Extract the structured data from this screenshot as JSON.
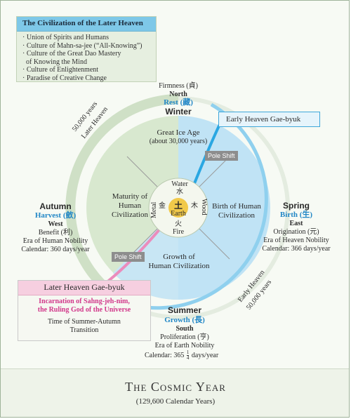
{
  "later_heaven_box": {
    "title": "The Civilization of the Later Heaven",
    "items": [
      "Union of Spirits and Humans",
      "Culture of Mahn-sa-jee (“All-Knowing”)",
      "Culture of the Great Dao Mastery",
      "of Knowing the Mind",
      "Culture of Enlightenment",
      "Paradise of Creative Change"
    ]
  },
  "winter": {
    "virtue": "Firmness (貞)",
    "direction": "North",
    "state": "Rest (藏)",
    "season": "Winter"
  },
  "spring": {
    "season": "Spring",
    "state": "Birth (生)",
    "direction": "East",
    "virtue": "Origination (元)",
    "era": "Era of Heaven Nobility",
    "calendar": "Calendar: 366 days/year"
  },
  "autumn": {
    "season": "Autumn",
    "state": "Harvest (斂)",
    "direction": "West",
    "virtue": "Benefit (利)",
    "era": "Era of Human Nobility",
    "calendar": "Calendar: 360 days/year"
  },
  "summer": {
    "season": "Summer",
    "state": "Growth (長)",
    "direction": "South",
    "virtue": "Proliferation (亨)",
    "era": "Era of Earth Nobility",
    "calendar": "Calendar: 365",
    "fraction_num": "1",
    "fraction_den": "4",
    "calendar_tail": "days/year"
  },
  "early_heaven_label": "Early Heaven Gae-byuk",
  "pole_shift": "Pole Shift",
  "arc_labels": {
    "later_years": "50,000 years",
    "later_name": "Later Heaven",
    "early_name": "Early Heaven",
    "early_years": "50,000 years"
  },
  "quadrants": {
    "top_line1": "Great Ice Age",
    "top_line2": "(about 30,000 years)",
    "left_line1": "Maturity of",
    "left_line2": "Human",
    "left_line3": "Civilization",
    "right_line1": "Birth of Human",
    "right_line2": "Civilization",
    "bottom_line1": "Growth of",
    "bottom_line2": "Human Civilization"
  },
  "center": {
    "earth_char": "土",
    "earth": "Earth",
    "water": "Water",
    "water_char": "水",
    "metal": "Metal",
    "metal_char": "金",
    "wood": "Wood",
    "wood_char": "木",
    "fire_char": "火",
    "fire": "Fire"
  },
  "later_gae_byuk": {
    "title": "Later Heaven Gae-byuk",
    "line1": "Incarnation of Sahng-jeh-nim,",
    "line2": "the Ruling God of the Universe",
    "line3": "Time of Summer-Autumn",
    "line4": "Transition"
  },
  "footer": {
    "title": "The Cosmic Year",
    "subtitle": "(129,600 Calendar Years)"
  },
  "colors": {
    "frame_bg": "#f7faf4",
    "green_zone": "#d8e8cf",
    "blue_zone": "#c0e3f5",
    "blue_accent": "#2287c6",
    "pink_accent": "#e77fb3",
    "title_blue": "#7ec8e8"
  }
}
